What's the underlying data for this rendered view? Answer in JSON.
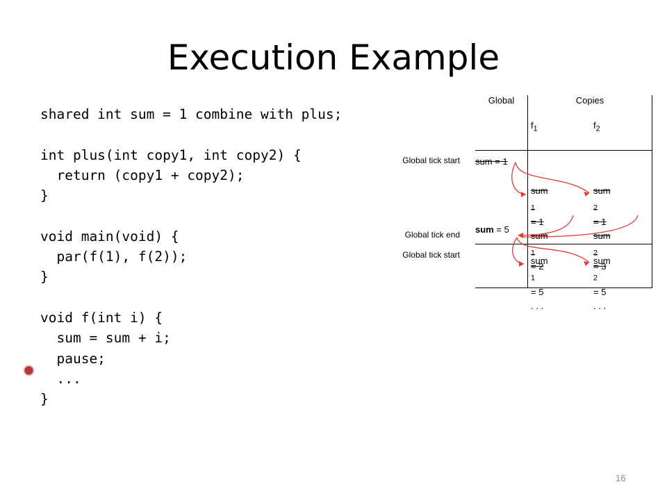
{
  "title": "Execution Example",
  "code_lines": [
    "shared int sum = 1 combine with plus;",
    "",
    "int plus(int copy1, int copy2) {",
    "  return (copy1 + copy2);",
    "}",
    "",
    "void main(void) {",
    "  par(f(1), f(2));",
    "}",
    "",
    "void f(int i) {",
    "  sum = sum + i;",
    "  pause;",
    "  ...",
    "}"
  ],
  "bullet_color": "#b5373b",
  "arrow_color": "#e53935",
  "table": {
    "header_global": "Global",
    "header_copies": "Copies",
    "sub_f1_base": "f",
    "sub_f1_sub": "1",
    "sub_f2_base": "f",
    "sub_f2_sub": "2",
    "tick1": {
      "global_initial": "sum = 1",
      "f1_a_base": "sum",
      "f1_a_sub": "1",
      "f1_a_rest": " = 1",
      "f1_b_base": "sum",
      "f1_b_sub": "1",
      "f1_b_rest": " = 2",
      "f2_a_base": "sum",
      "f2_a_sub": "2",
      "f2_a_rest": " = 1",
      "f2_b_base": "sum",
      "f2_b_sub": "2",
      "f2_b_rest": " = 3",
      "global_final_label": "sum",
      "global_final_rest": " = 5"
    },
    "tick2": {
      "f1_base": "sum",
      "f1_sub": "1",
      "f1_rest": " = 5",
      "f2_base": "sum",
      "f2_sub": "2",
      "f2_rest": " = 5",
      "f1_dots": ". . .",
      "f2_dots": ". . ."
    }
  },
  "side_labels": {
    "tick_start_1": "Global tick start",
    "tick_end": "Global tick end",
    "tick_start_2": "Global tick start"
  },
  "slide_number": "16"
}
